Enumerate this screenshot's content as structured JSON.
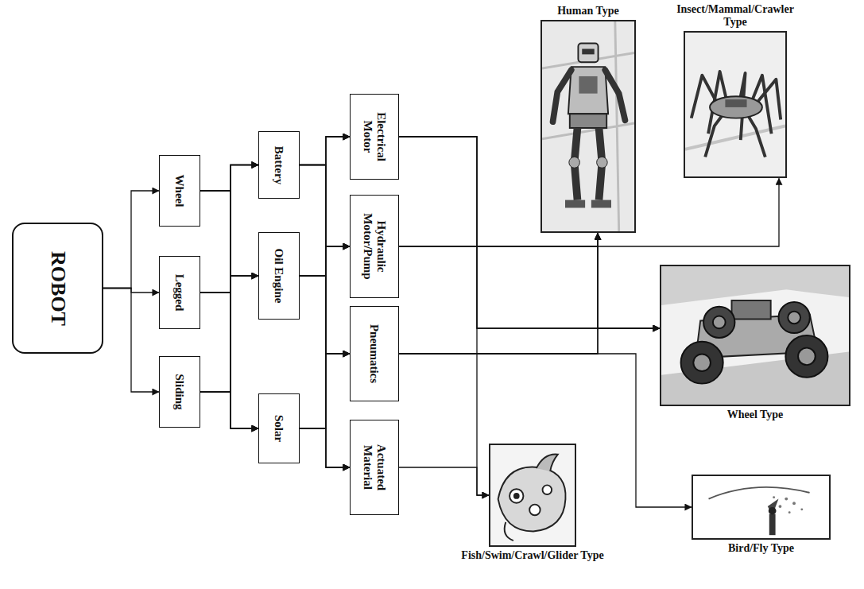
{
  "diagram": {
    "nodes": [
      {
        "text": [
          "ROBOT"
        ]
      },
      {
        "text": [
          "Wheel"
        ]
      },
      {
        "text": [
          "Legged"
        ]
      },
      {
        "text": [
          "Sliding"
        ]
      },
      {
        "text": [
          "Battery"
        ]
      },
      {
        "text": [
          "Oil Engine"
        ]
      },
      {
        "text": [
          "Solar"
        ]
      },
      {
        "text": [
          "Electrical Motor"
        ]
      },
      {
        "text": [
          "Hydraulic Motor/Pump"
        ]
      },
      {
        "text": [
          "Pneumatics"
        ]
      },
      {
        "text": [
          "Actuated Material"
        ]
      },
      {
        "text": [
          "Human Type"
        ]
      },
      {
        "text": [
          "Insect/Mammal/Crawler Type"
        ]
      },
      {
        "text": [
          "Wheel Type"
        ]
      },
      {
        "text": [
          "Bird/Fly Type"
        ]
      },
      {
        "text": [
          "Fish/Swim/Crawl/Glider Type"
        ]
      }
    ],
    "edges": [
      {
        "from": 0,
        "to": 1,
        "arrow": "to"
      },
      {
        "from": 0,
        "to": 2,
        "arrow": "to"
      },
      {
        "from": 0,
        "to": 3,
        "arrow": "to"
      },
      {
        "from": 1,
        "to": 4,
        "arrow": "to"
      },
      {
        "from": 1,
        "to": 5,
        "arrow": "to"
      },
      {
        "from": 1,
        "to": 6,
        "arrow": "to"
      },
      {
        "from": 2,
        "to": 4,
        "arrow": "to"
      },
      {
        "from": 2,
        "to": 5,
        "arrow": "to"
      },
      {
        "from": 2,
        "to": 6,
        "arrow": "to"
      },
      {
        "from": 3,
        "to": 4,
        "arrow": "to"
      },
      {
        "from": 3,
        "to": 5,
        "arrow": "to"
      },
      {
        "from": 3,
        "to": 6,
        "arrow": "to"
      },
      {
        "from": 4,
        "to": 7,
        "arrow": "to"
      },
      {
        "from": 4,
        "to": 8,
        "arrow": "to"
      },
      {
        "from": 4,
        "to": 9,
        "arrow": "to"
      },
      {
        "from": 4,
        "to": 10,
        "arrow": "to"
      },
      {
        "from": 5,
        "to": 7,
        "arrow": "to"
      },
      {
        "from": 5,
        "to": 8,
        "arrow": "to"
      },
      {
        "from": 5,
        "to": 9,
        "arrow": "to"
      },
      {
        "from": 5,
        "to": 10,
        "arrow": "to"
      },
      {
        "from": 6,
        "to": 7,
        "arrow": "to"
      },
      {
        "from": 6,
        "to": 8,
        "arrow": "to"
      },
      {
        "from": 6,
        "to": 9,
        "arrow": "to"
      },
      {
        "from": 6,
        "to": 10,
        "arrow": "to"
      },
      {
        "from": 7,
        "to": 15,
        "arrow": "to"
      },
      {
        "from": 7,
        "to": 13,
        "arrow": "to"
      },
      {
        "from": 7,
        "to": 11,
        "arrow": "to"
      },
      {
        "from": 8,
        "to": 12,
        "arrow": "to"
      },
      {
        "from": 8,
        "to": 11,
        "arrow": "to"
      },
      {
        "from": 8,
        "to": 13,
        "arrow": "to"
      },
      {
        "from": 9,
        "to": 14,
        "arrow": "to"
      },
      {
        "from": 9,
        "to": 11,
        "arrow": "to"
      },
      {
        "from": 9,
        "to": 13,
        "arrow": "to"
      },
      {
        "from": 10,
        "to": 15,
        "arrow": "to"
      }
    ]
  }
}
